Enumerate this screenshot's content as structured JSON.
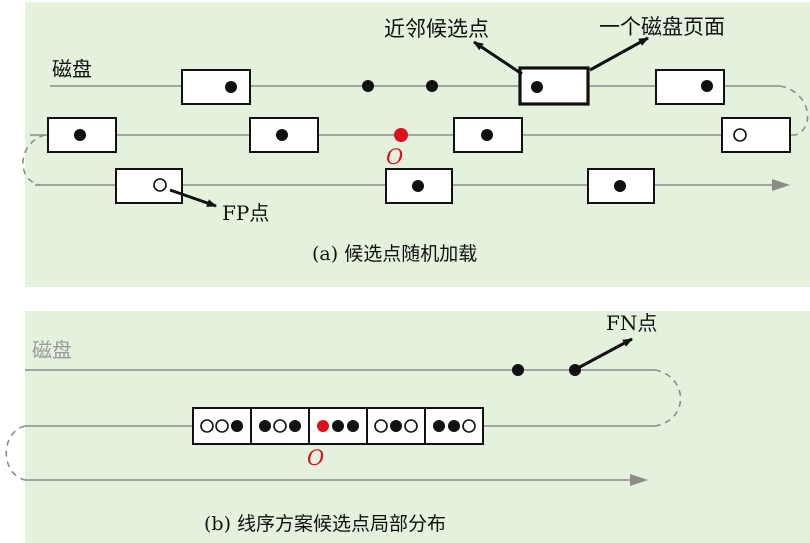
{
  "colors": {
    "panel_bg": "#e4f2dd",
    "line": "#8c8c8c",
    "stroke": "#111111",
    "page_fill": "#ffffff",
    "query": "#d9121b",
    "faded_label": "#9a9a9a"
  },
  "panel_a": {
    "disk_label": "磁盘",
    "neighbor_label": "近邻候选点",
    "page_label": "一个磁盘页面",
    "fp_label": "FP点",
    "query_label": "O",
    "caption": "(a) 候选点随机加载",
    "icons": [
      "arrow-icon"
    ]
  },
  "panel_b": {
    "disk_label": "磁盘",
    "fn_label": "FN点",
    "query_label": "O",
    "caption": "(b) 线序方案候选点局部分布",
    "cells": [
      [
        "hollow",
        "hollow",
        "filled"
      ],
      [
        "filled",
        "hollow",
        "filled"
      ],
      [
        "query",
        "filled",
        "filled"
      ],
      [
        "hollow",
        "filled",
        "hollow"
      ],
      [
        "filled",
        "filled",
        "hollow"
      ]
    ]
  }
}
